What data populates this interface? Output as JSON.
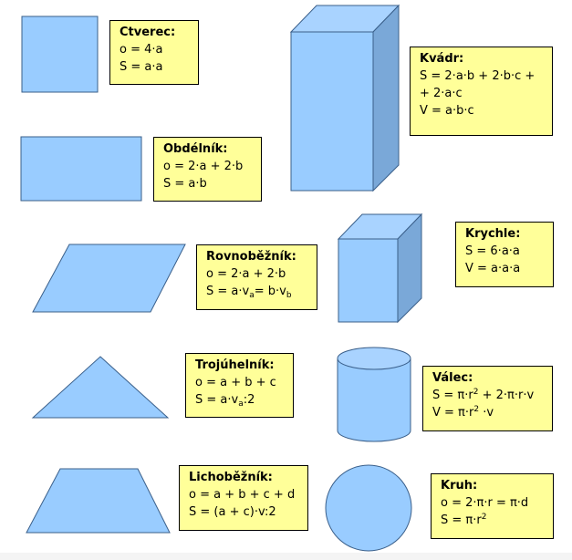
{
  "colors": {
    "shape_fill": "#99ccff",
    "shape_top": "#a9d3ff",
    "shape_side": "#7aa8d8",
    "stroke": "#3a5f8a",
    "box_fill": "#ffff99"
  },
  "shapes": [
    {
      "name": "ctverec",
      "title": "Ctverec:",
      "lines": [
        "o = 4·a",
        "S = a·a"
      ]
    },
    {
      "name": "obdelnik",
      "title": "Obdélník:",
      "lines": [
        "o = 2·a + 2·b",
        "S = a·b"
      ]
    },
    {
      "name": "rovnobeznik",
      "title": "Rovnoběžník:",
      "lines": [
        "o = 2·a + 2·b"
      ],
      "area": {
        "lhs": "S = a·v",
        "sub1": "a",
        "mid": "= b·v",
        "sub2": "b"
      }
    },
    {
      "name": "trojuhelnik",
      "title": "Trojúhelník:",
      "lines": [
        "o = a + b + c"
      ],
      "area": {
        "lhs": "S = a·v",
        "sub1": "a",
        "rest": ":2"
      }
    },
    {
      "name": "lichobeznik",
      "title": "Lichoběžník:",
      "lines": [
        "o = a + b + c + d",
        "S = (a + c)·v:2"
      ]
    },
    {
      "name": "kvadr",
      "title": "Kvádr:",
      "lines": [
        "S = 2·a·b + 2·b·c +",
        "+ 2·a·c",
        "V = a·b·c"
      ]
    },
    {
      "name": "krychle",
      "title": "Krychle:",
      "lines": [
        "S = 6·a·a",
        "V = a·a·a"
      ]
    },
    {
      "name": "valec",
      "title": "Válec:",
      "surface": {
        "a": "S = π·r",
        "sup": "2",
        "b": " + 2·π·r·v"
      },
      "volume": {
        "a": "V = π·r",
        "sup": "2",
        "b": " ·v"
      }
    },
    {
      "name": "kruh",
      "title": "Kruh:",
      "lines": [
        "o = 2·π·r = π·d"
      ],
      "area": {
        "a": "S = π·r",
        "sup": "2"
      }
    }
  ]
}
